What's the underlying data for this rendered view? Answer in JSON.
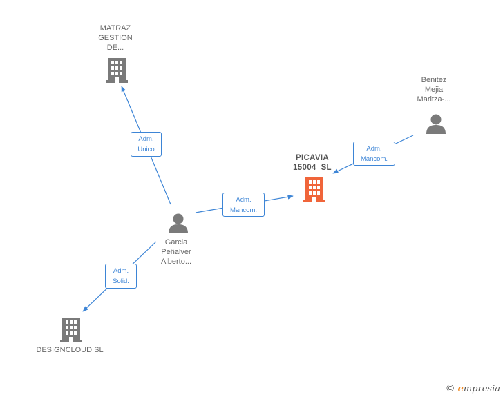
{
  "nodes": {
    "matraz": {
      "lines": [
        "MATRAZ",
        "GESTION",
        "DE..."
      ],
      "kind": "company",
      "color": "#7a7a7a"
    },
    "picavia": {
      "lines": [
        "PICAVIA",
        "15004  SL"
      ],
      "kind": "company",
      "color": "#f0653a"
    },
    "benitez": {
      "lines": [
        "Benitez",
        "Mejia",
        "Maritza-..."
      ],
      "kind": "person",
      "color": "#7a7a7a"
    },
    "garcia": {
      "lines": [
        "Garcia",
        "Peñalver",
        "Alberto..."
      ],
      "kind": "person",
      "color": "#7a7a7a"
    },
    "designcloud": {
      "lines": [
        "DESIGNCLOUD SL"
      ],
      "kind": "company",
      "color": "#7a7a7a"
    }
  },
  "edges": {
    "garcia_matraz": {
      "lines": [
        "Adm.",
        "Unico"
      ]
    },
    "garcia_picavia": {
      "lines": [
        "Adm.",
        "Mancom."
      ]
    },
    "benitez_picavia": {
      "lines": [
        "Adm.",
        "Mancom."
      ]
    },
    "garcia_designcloud": {
      "lines": [
        "Adm.",
        "Solid."
      ]
    }
  },
  "colors": {
    "edge": "#3d85d6",
    "icon": "#7a7a7a",
    "highlight": "#f0653a"
  },
  "watermark": {
    "copyright": "©",
    "brand_initial": "e",
    "brand_rest": "mpresia"
  }
}
